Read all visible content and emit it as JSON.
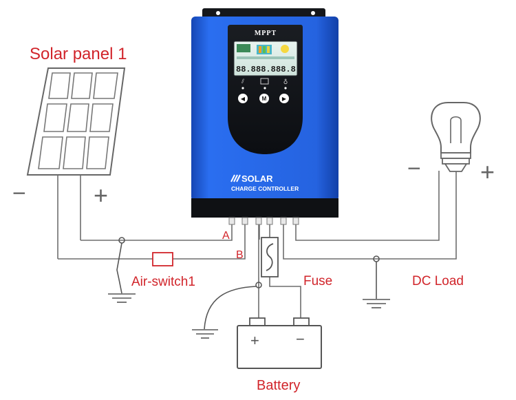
{
  "labels": {
    "solar_panel": "Solar panel 1",
    "air_switch": "Air-switch1",
    "fuse": "Fuse",
    "dc_load": "DC Load",
    "battery": "Battery",
    "terminal_a": "A",
    "terminal_b": "B"
  },
  "polarity": {
    "panel_minus": "−",
    "panel_plus": "+",
    "load_minus": "−",
    "load_plus": "+",
    "battery_plus": "+",
    "battery_minus": "−"
  },
  "controller": {
    "badge": "MPPT",
    "brand_line1": "SOLAR",
    "brand_line2": "CHARGE CONTROLLER",
    "lcd_left_value": "88.8",
    "lcd_mid_value": "88.8",
    "lcd_right_value": "88.8",
    "btn_left": "◀",
    "btn_mid": "M",
    "btn_right": "▶"
  },
  "colors": {
    "label_red": "#d1242a",
    "controller_blue": "#1f5fd6",
    "controller_dark": "#111418",
    "wire_gray": "#6d6d6d"
  }
}
